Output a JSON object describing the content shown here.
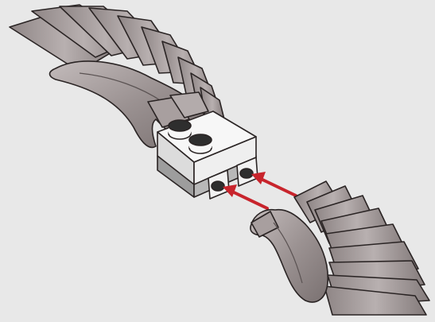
{
  "scene": {
    "kind": "instruction-step",
    "background_color": "#e8e8e8",
    "part_colors": {
      "wing_fill": "#9b9292",
      "wing_light": "#bdb5b5",
      "wing_dark": "#6f6767",
      "brick_white": "#f4f4f4",
      "brick_gray": "#a9a9a9",
      "arrow_red": "#c8242c"
    },
    "assembly": {
      "attached_part": "wing-left",
      "center_part": "brick-2x2-with-clips",
      "moving_part": "wing-right",
      "arrow_count": 2
    }
  }
}
